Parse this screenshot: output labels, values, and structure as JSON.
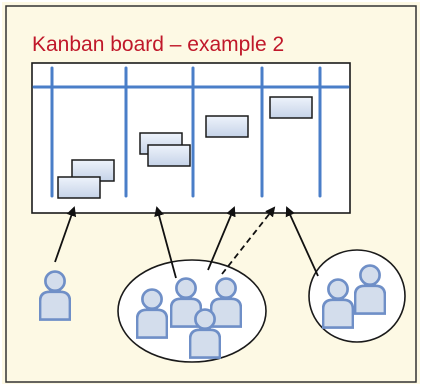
{
  "slide": {
    "title": "Kanban board – example 2",
    "colors": {
      "background": "#fdf9e4",
      "frame": "#333333",
      "title": "#c0182a",
      "column_line": "#4a7ec8",
      "card_fill_top": "#eef3fb",
      "card_fill_bottom": "#c5d3e8",
      "card_stroke": "#1a1a1a",
      "person_fill": "#d3ddec",
      "person_stroke": "#6f8fc7",
      "arrow": "#111111"
    }
  },
  "diagram": {
    "board": {
      "columns": 5,
      "cards_per_column": [
        2,
        2,
        1,
        1,
        0
      ]
    },
    "actors": [
      {
        "id": "single-person",
        "people": 1
      },
      {
        "id": "team-group",
        "people": 4
      },
      {
        "id": "pair-group",
        "people": 2
      }
    ],
    "connections": [
      {
        "from": "single-person",
        "to": "column-1",
        "style": "solid"
      },
      {
        "from": "team-group",
        "to": "column-2",
        "style": "solid"
      },
      {
        "from": "team-group",
        "to": "column-3",
        "style": "solid"
      },
      {
        "from": "team-group",
        "to": "column-4",
        "style": "dashed"
      },
      {
        "from": "pair-group",
        "to": "column-4",
        "style": "solid"
      }
    ]
  }
}
